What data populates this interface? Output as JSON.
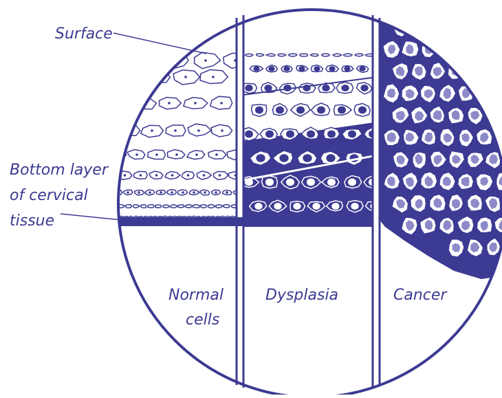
{
  "diagram": {
    "callouts": {
      "surface": "Surface",
      "bottom_layer": [
        "Bottom layer",
        "of cervical",
        "tissue"
      ]
    },
    "panels": [
      {
        "id": "normal",
        "label": [
          "Normal",
          "cells"
        ]
      },
      {
        "id": "dysplasia",
        "label": [
          "Dysplasia"
        ]
      },
      {
        "id": "cancer",
        "label": [
          "Cancer"
        ]
      }
    ],
    "colors": {
      "ink": "#3c3a92",
      "paper": "#ffffff",
      "speckle": "#8c8ac8"
    }
  }
}
